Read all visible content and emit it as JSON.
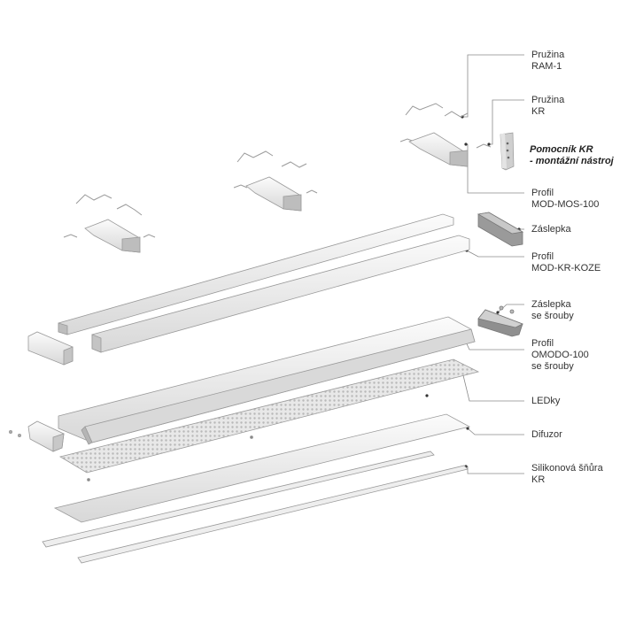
{
  "labels": {
    "pruzina_ram": [
      "Pružina",
      "RAM-1"
    ],
    "pruzina_kr": [
      "Pružina",
      "KR"
    ],
    "pomocnik": [
      "Pomocník KR",
      "- montážní nástroj"
    ],
    "profil_mos": [
      "Profil",
      "MOD-MOS-100"
    ],
    "zaslepka": [
      "Záslepka"
    ],
    "profil_koze": [
      "Profil",
      "MOD-KR-KOZE"
    ],
    "zaslepka_srouby": [
      "Záslepka",
      "se šrouby"
    ],
    "profil_omodo": [
      "Profil",
      "OMODO-100",
      "se šrouby"
    ],
    "ledky": [
      "LEDky"
    ],
    "difuzor": [
      "Difuzor"
    ],
    "snura": [
      "Silikonová šňůra",
      "KR"
    ]
  },
  "colors": {
    "leader_line": "#8a8a8a",
    "leader_dot": "#333333",
    "profile_light": "#f4f4f4",
    "profile_mid": "#dcdcdc",
    "profile_dark": "#a9a9a9",
    "edge": "#9a9a9a",
    "tool": "#cfcfcf"
  }
}
